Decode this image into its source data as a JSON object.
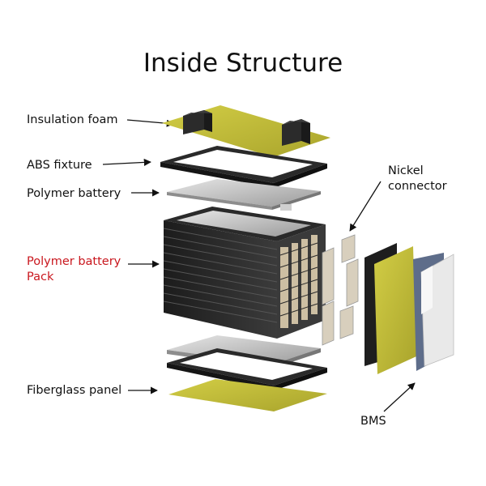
{
  "title": "Inside Structure",
  "labels": {
    "insulation_foam": "Insulation foam",
    "abs_fixture": "ABS fixture",
    "polymer_battery": "Polymer battery",
    "pack_line1": "Polymer battery",
    "pack_line2": "Pack",
    "fiberglass_panel": "Fiberglass panel",
    "nickel_line1": "Nickel",
    "nickel_line2": "connector",
    "bms": "BMS"
  },
  "colors": {
    "fiberglass": "#c9c43a",
    "frame": "#2a2a2a",
    "pack_highlight": "#c9171e"
  }
}
